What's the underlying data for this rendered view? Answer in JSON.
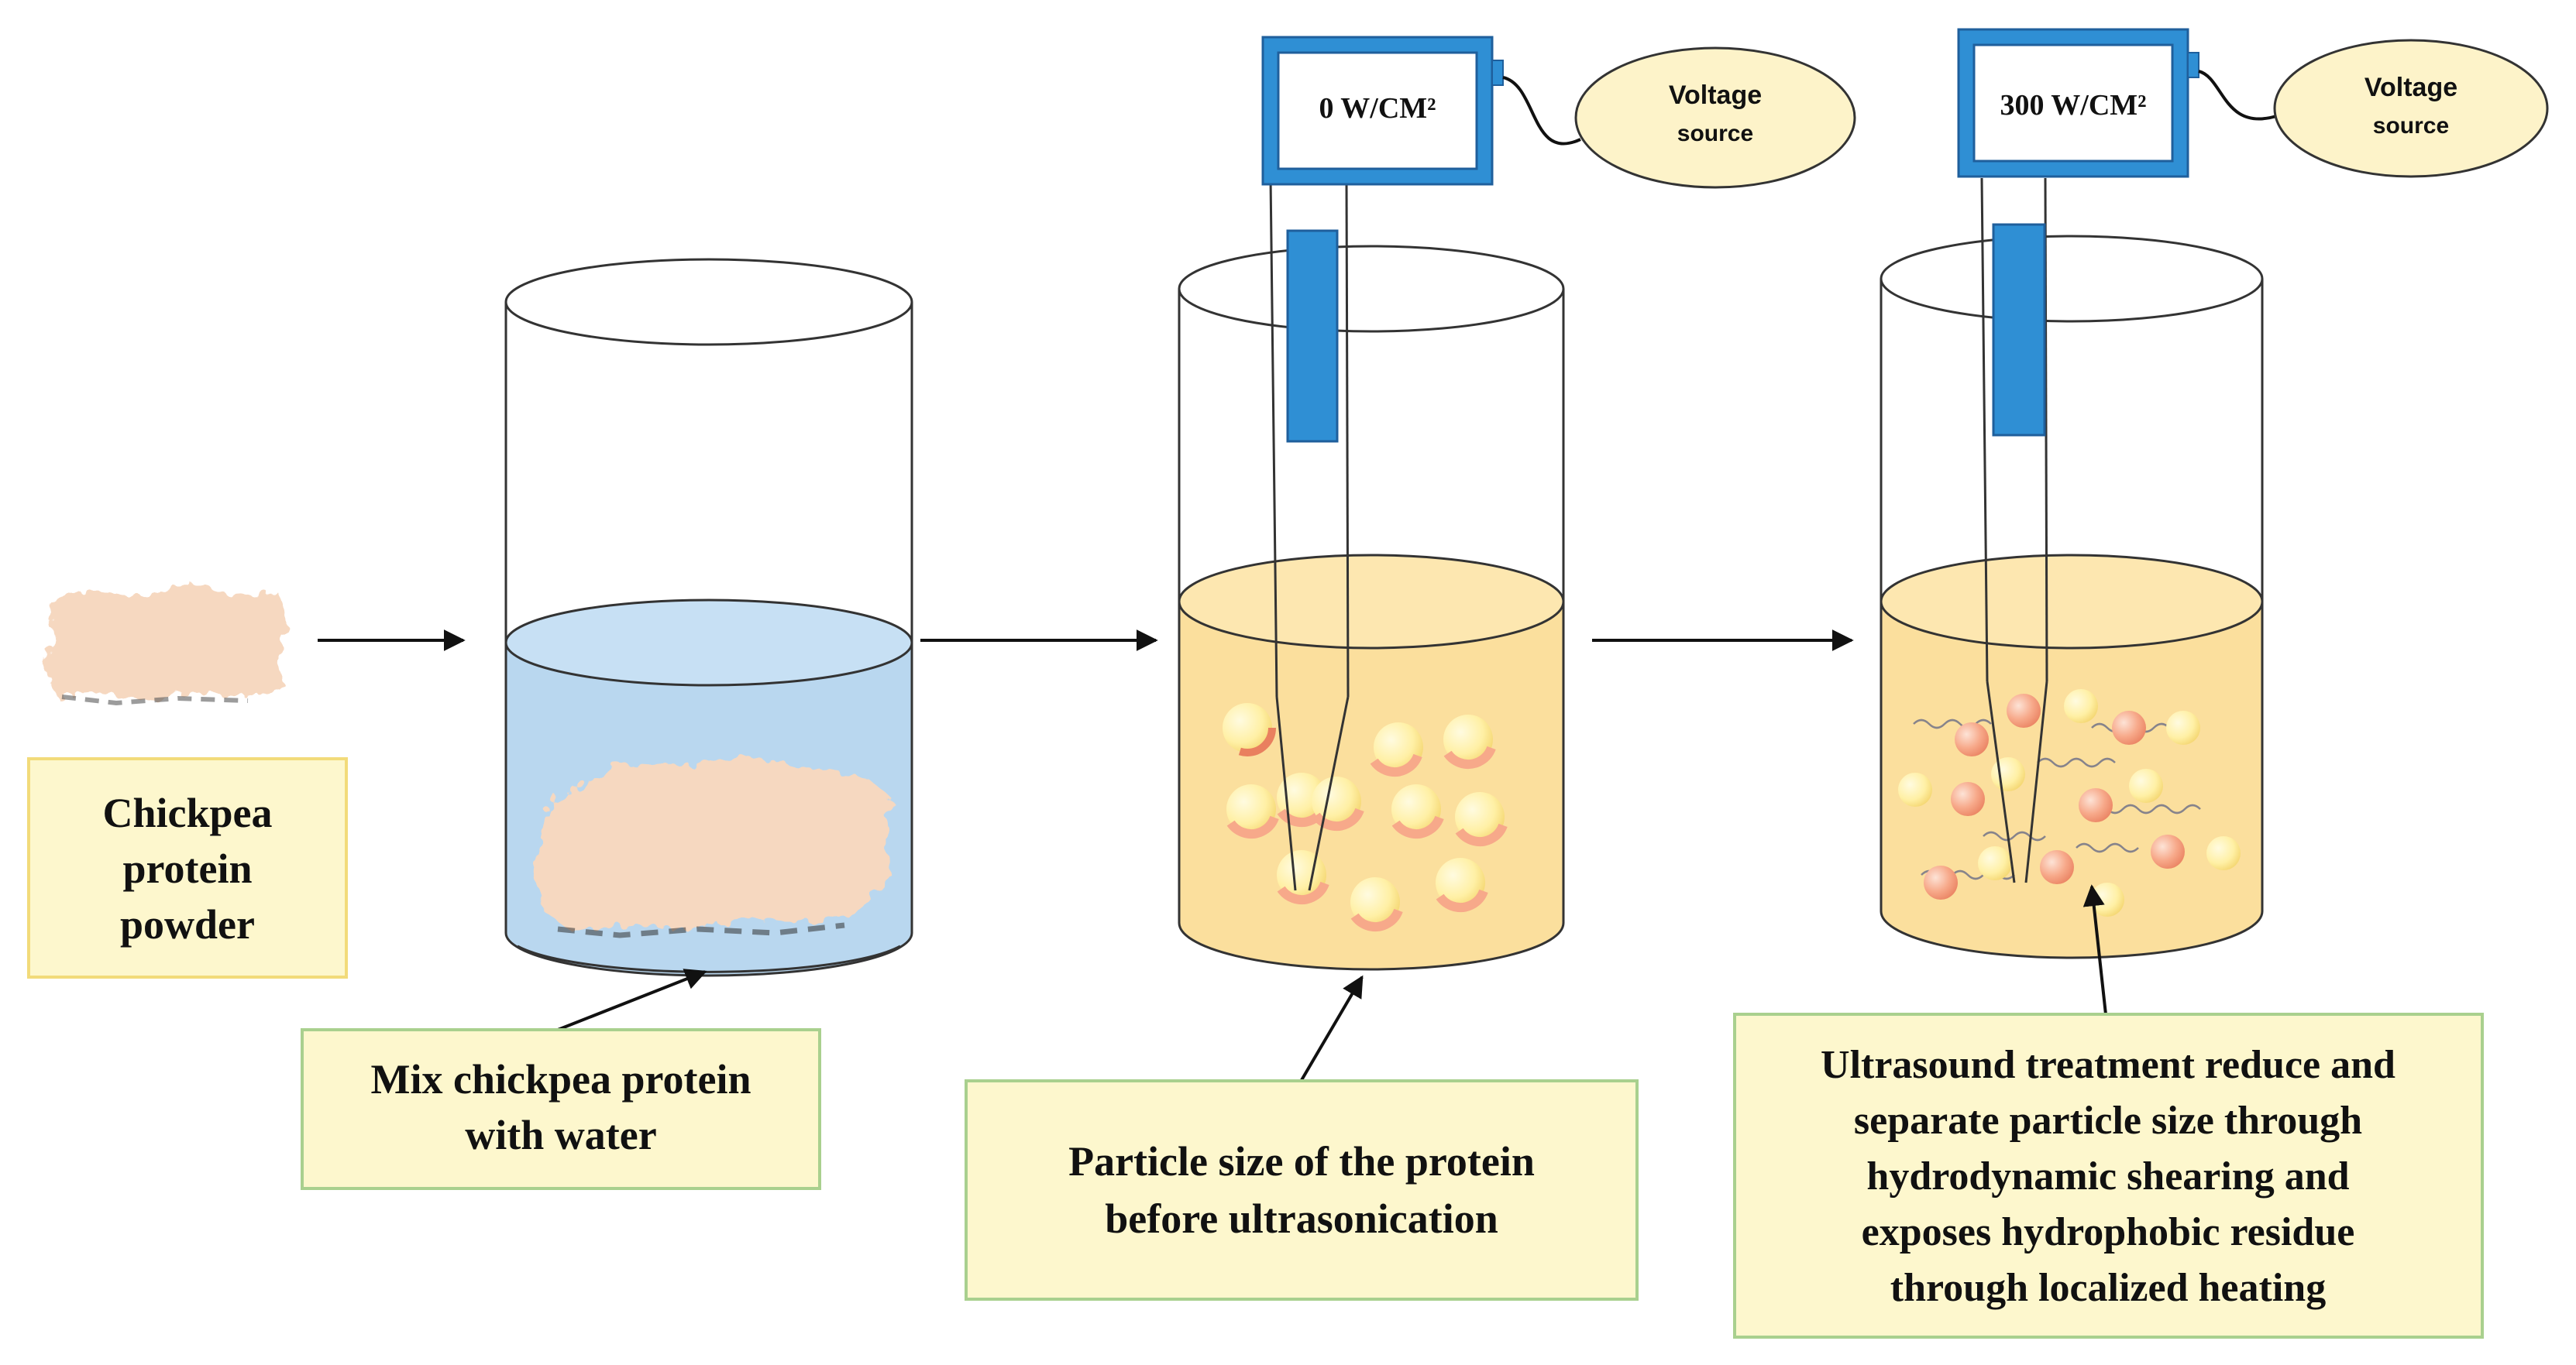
{
  "colors": {
    "water": "#b9d7ef",
    "solution": "#fbdf9d",
    "solution_edge": "#f6c86a",
    "label_fill": "#fdf7cd",
    "label_border_yellow": "#f2db7a",
    "label_border_green": "#a9d08e",
    "probe_blue": "#2f8fd4",
    "probe_dark": "#1f5f9c",
    "voltage_fill": "#fdf3c9",
    "powder": "#f6d8c0",
    "particle_orange": "#f7a98a",
    "particle_yellow": "#fff1a8"
  },
  "labels": {
    "powder": [
      "Chickpea",
      "protein",
      "powder"
    ],
    "mix": [
      "Mix chickpea protein",
      "with water"
    ],
    "before": [
      "Particle size of the protein",
      "before ultrasonication"
    ],
    "after": [
      "Ultrasound treatment reduce and",
      "separate particle size through",
      "hydrodynamic shearing and",
      "exposes hydrophobic residue",
      "through localized heating"
    ]
  },
  "devices": [
    {
      "display": "0 W/CM²",
      "source": [
        "Voltage",
        "source"
      ]
    },
    {
      "display": "300 W/CM²",
      "source": [
        "Voltage",
        "source"
      ]
    }
  ]
}
